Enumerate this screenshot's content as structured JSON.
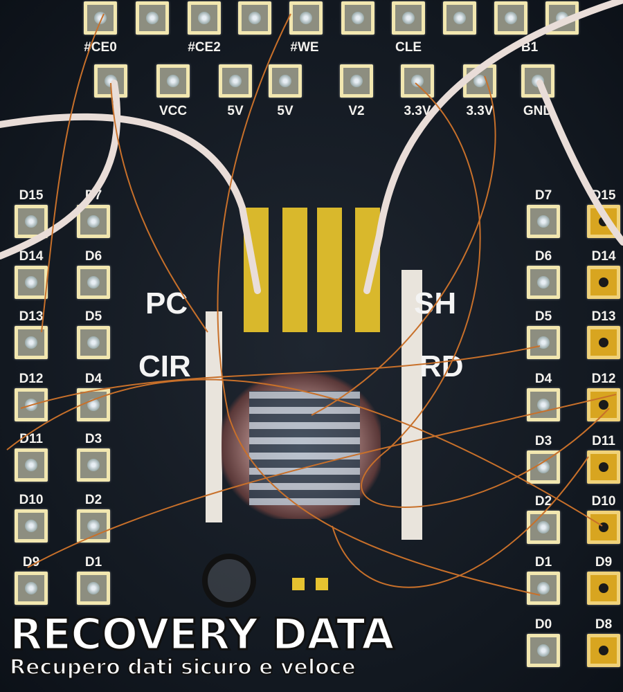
{
  "top_row_labels": [
    "#CE0",
    "#CE2",
    "#WE",
    "CLE",
    "B1"
  ],
  "second_row_labels": [
    "VCC",
    "5V",
    "5V",
    "V2",
    "3.3V",
    "3.3V",
    "GND"
  ],
  "left_column_outer": [
    "D15",
    "D14",
    "D13",
    "D12",
    "D11",
    "D10",
    "D9"
  ],
  "left_column_inner": [
    "D7",
    "D6",
    "D5",
    "D4",
    "D3",
    "D2",
    "D1"
  ],
  "right_column_inner": [
    "D7",
    "D6",
    "D5",
    "D4",
    "D3",
    "D2",
    "D1",
    "D0"
  ],
  "right_column_outer": [
    "D15",
    "D14",
    "D13",
    "D12",
    "D11",
    "D10",
    "D9",
    "D8"
  ],
  "board_text": {
    "pc": "PC",
    "cir": "CIR",
    "sh": "SH",
    "rd": "RD"
  },
  "logo": {
    "title": "RECOVERY DATA",
    "tagline": "Recupero dati sicuro e veloce"
  },
  "colors": {
    "board": "#141a22",
    "pad_border": "#f2e7b0",
    "gold": "#d9b82c",
    "copper_wire": "#c8702a",
    "white_wire": "#e9ddd8"
  }
}
